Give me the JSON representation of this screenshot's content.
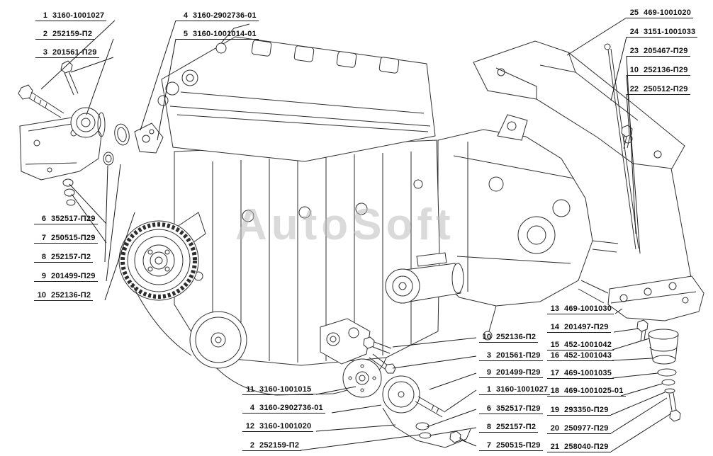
{
  "watermark": "AutoSoft",
  "colors": {
    "line": "#2e2e2e",
    "label_text": "#111111",
    "watermark": "#bcbcbc",
    "background": "#ffffff"
  },
  "labels": [
    {
      "num": "1",
      "code": "3160-1001027"
    },
    {
      "num": "2",
      "code": "252159-П2"
    },
    {
      "num": "3",
      "code": "201561-П29"
    },
    {
      "num": "4",
      "code": "3160-2902736-01"
    },
    {
      "num": "5",
      "code": "3160-1001014-01"
    },
    {
      "num": "25",
      "code": "469-1001020"
    },
    {
      "num": "24",
      "code": "3151-1001033"
    },
    {
      "num": "23",
      "code": "205467-П29"
    },
    {
      "num": "10",
      "code": "252136-П29"
    },
    {
      "num": "22",
      "code": "250512-П29"
    },
    {
      "num": "6",
      "code": "352517-П29"
    },
    {
      "num": "7",
      "code": "250515-П29"
    },
    {
      "num": "8",
      "code": "252157-П2"
    },
    {
      "num": "9",
      "code": "201499-П29"
    },
    {
      "num": "10",
      "code": "252136-П2"
    },
    {
      "num": "13",
      "code": "469-1001030"
    },
    {
      "num": "14",
      "code": "201497-П29"
    },
    {
      "num": "15",
      "code": "452-1001042"
    },
    {
      "num": "16",
      "code": "452-1001043"
    },
    {
      "num": "17",
      "code": "469-1001035"
    },
    {
      "num": "18",
      "code": "469-1001025-01"
    },
    {
      "num": "19",
      "code": "293350-П29"
    },
    {
      "num": "20",
      "code": "250977-П29"
    },
    {
      "num": "21",
      "code": "258040-П29"
    },
    {
      "num": "10",
      "code": "252136-П2"
    },
    {
      "num": "3",
      "code": "201561-П29"
    },
    {
      "num": "9",
      "code": "201499-П29"
    },
    {
      "num": "1",
      "code": "3160-1001027"
    },
    {
      "num": "6",
      "code": "352517-П29"
    },
    {
      "num": "8",
      "code": "252157-П2"
    },
    {
      "num": "7",
      "code": "250515-П29"
    },
    {
      "num": "11",
      "code": "3160-1001015"
    },
    {
      "num": "4",
      "code": "3160-2902736-01"
    },
    {
      "num": "12",
      "code": "3160-1001020"
    },
    {
      "num": "2",
      "code": "252159-П2"
    }
  ]
}
